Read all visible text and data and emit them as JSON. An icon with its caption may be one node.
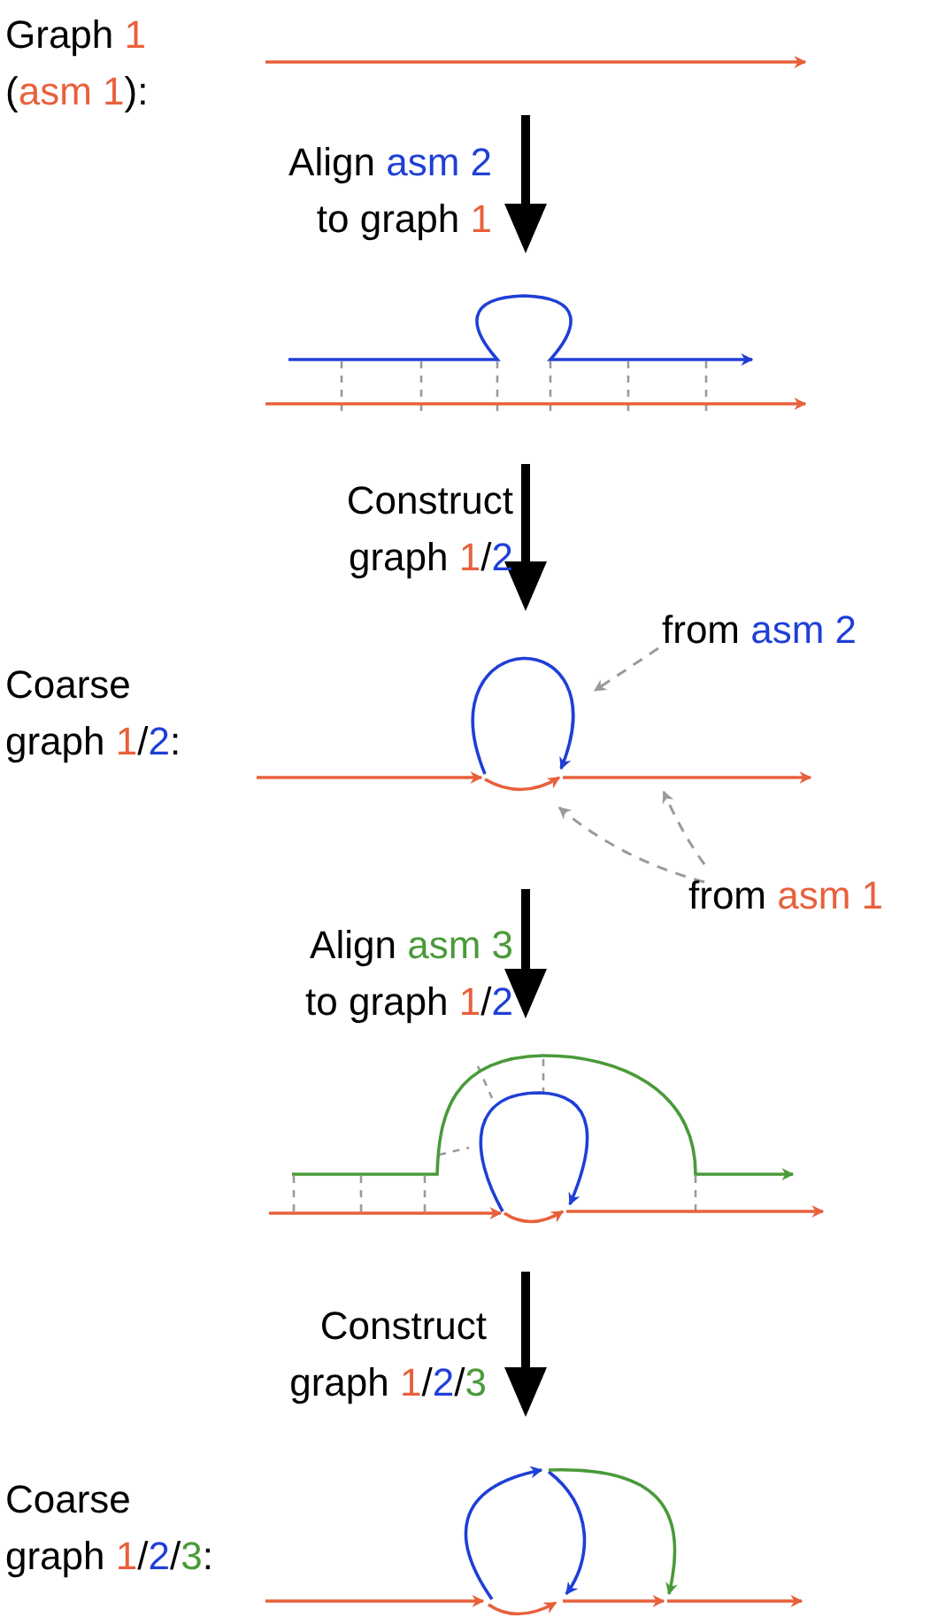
{
  "diagram": {
    "nodes": [
      {
        "text": [
          "from asm 2"
        ]
      },
      {
        "text": [
          "from asm 1"
        ]
      },
      {
        "text": [],
        "shape": "loop"
      },
      {
        "text": [],
        "shape": "curve"
      },
      {
        "text": [],
        "shape": "line"
      }
    ],
    "edges": [
      {
        "from": 0,
        "to": 2,
        "arrow": "to",
        "style": "dashed"
      },
      {
        "from": 1,
        "to": 3,
        "arrow": "to",
        "style": "dashed"
      },
      {
        "from": 1,
        "to": 4,
        "arrow": "to",
        "style": "dashed"
      }
    ],
    "labels": [
      "Graph 1 (asm 1):",
      "Align asm 2 to graph 1",
      "Construct graph 1/2",
      "Coarse graph 1/2:",
      "Align asm 3 to graph 1/2",
      "Construct graph 1/2/3",
      "Coarse graph 1/2/3:"
    ]
  }
}
